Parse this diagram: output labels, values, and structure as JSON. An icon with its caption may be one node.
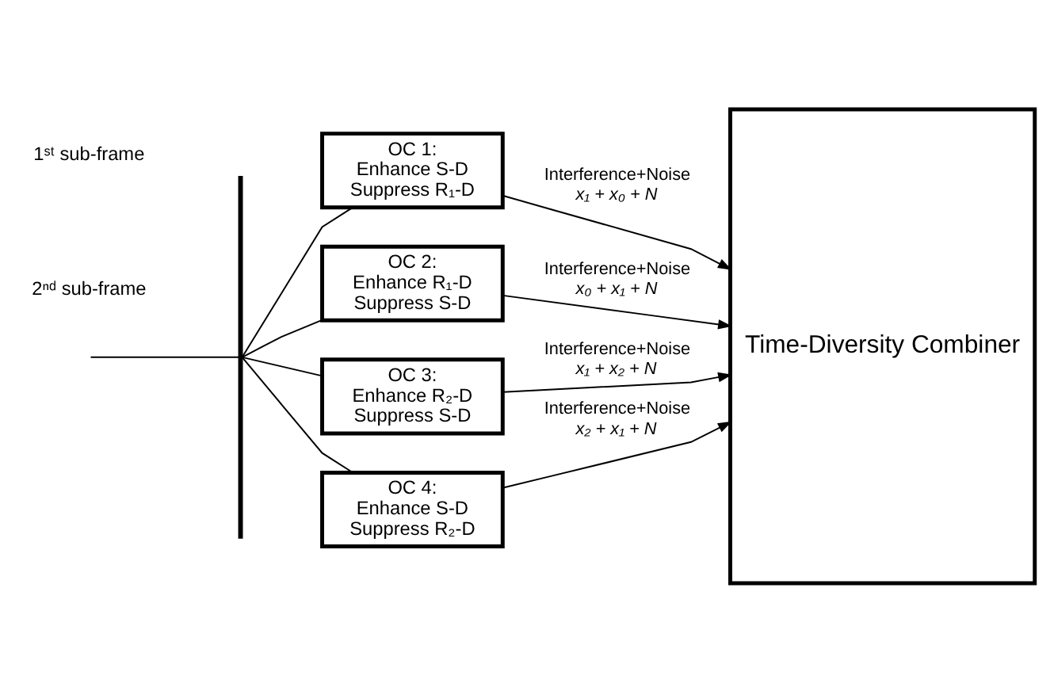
{
  "diagram": {
    "nodes": [
      {
        "text": [],
        "shape": "bar"
      },
      {
        "text": [
          "OC 1:",
          "Enhance S-D",
          "Suppress R₁-D"
        ]
      },
      {
        "text": [
          "OC 2:",
          "Enhance R₁-D",
          "Suppress S-D"
        ]
      },
      {
        "text": [
          "OC 3:",
          "Enhance R₂-D",
          "Suppress S-D"
        ]
      },
      {
        "text": [
          "OC 4:",
          "Enhance S-D",
          "Suppress R₂-D"
        ]
      },
      {
        "text": [
          "Time-Diversity Combiner"
        ]
      }
    ],
    "edges": [
      {
        "from": null,
        "to": 0,
        "arrow": "none"
      },
      {
        "from": 0,
        "to": 1,
        "arrow": "none"
      },
      {
        "from": 0,
        "to": 2,
        "arrow": "none"
      },
      {
        "from": 0,
        "to": 3,
        "arrow": "none"
      },
      {
        "from": 0,
        "to": 4,
        "arrow": "none"
      },
      {
        "from": 1,
        "to": 5,
        "arrow": "to",
        "label": "x₁ + x₀ + N"
      },
      {
        "from": 2,
        "to": 5,
        "arrow": "to",
        "label": "x₀ + x₁ + N"
      },
      {
        "from": 3,
        "to": 5,
        "arrow": "to",
        "label": "x₁ + x₂ + N"
      },
      {
        "from": 4,
        "to": 5,
        "arrow": "to",
        "label": "x₂ + x₁ + N"
      }
    ],
    "labels": [
      "1ˢᵗ sub-frame",
      "2ⁿᵈ sub-frame",
      "Interference+Noise",
      "Interference+Noise",
      "Interference+Noise",
      "Interference+Noise"
    ]
  }
}
